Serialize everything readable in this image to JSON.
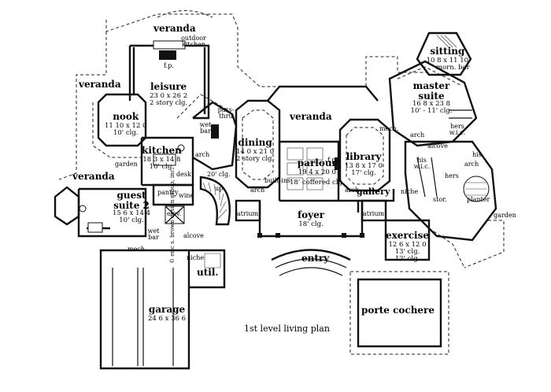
{
  "plan_title": "1st level living plan",
  "copyright": "© eric s. brown design group, inc.",
  "rooms": {
    "veranda_top": {
      "name": "veranda"
    },
    "outdoor_kitchen": {
      "name": "outdoor kitchen"
    },
    "fp_top": {
      "name": "f.p."
    },
    "veranda_left": {
      "name": "veranda"
    },
    "leisure": {
      "name": "leisure",
      "dims": "23 0 x 26 2",
      "ceiling": "2 story clg."
    },
    "nook": {
      "name": "nook",
      "dims": "11 10 x 12 0",
      "ceiling": "10' clg."
    },
    "pass_thru": {
      "name": "pass-thru"
    },
    "wet_bar_upper": {
      "name": "wet bar"
    },
    "kitchen": {
      "name": "kitchen",
      "dims": "18 3 x 14 8",
      "ceiling": "10' clg."
    },
    "garden_left": {
      "name": "garden"
    },
    "desk": {
      "name": "desk"
    },
    "veranda_lower_left": {
      "name": "veranda"
    },
    "arch_kitchen": {
      "name": "arch"
    },
    "dining": {
      "name": "dining",
      "dims": "14 0 x 21 0",
      "ceiling": "2 story clg."
    },
    "veranda_center": {
      "name": "veranda"
    },
    "parlour": {
      "name": "parlour",
      "dims": "19 4 x 20 0",
      "ceiling": "18' coffered clg."
    },
    "fp_parlour": {
      "name": "f.p."
    },
    "built_ins": {
      "name": "built-ins"
    },
    "arch_dining": {
      "name": "arch"
    },
    "clg_20": {
      "name": "20' clg."
    },
    "library": {
      "name": "library",
      "dims": "13 8 x 17 0",
      "ceiling": "17' clg."
    },
    "arch_library": {
      "name": "arch"
    },
    "sitting": {
      "name": "sitting",
      "dims": "10 8 x 11 10",
      "note": "morn. bar"
    },
    "master_suite": {
      "name": "master suite",
      "dims": "16 8 x 23 8",
      "ceiling": "10' - 11' clg."
    },
    "mech_upper": {
      "name": "mech."
    },
    "hers_wic": {
      "name": "hers w.i.c."
    },
    "alcove_master": {
      "name": "alcove"
    },
    "arch_master": {
      "name": "arch"
    },
    "his_wic": {
      "name": "his w.i.c."
    },
    "his": {
      "name": "his"
    },
    "hers": {
      "name": "hers"
    },
    "arch_bath": {
      "name": "arch"
    },
    "stor": {
      "name": "stor."
    },
    "planter": {
      "name": "planter"
    },
    "garden_right": {
      "name": "garden"
    },
    "gallery": {
      "name": "gallery"
    },
    "niche_gallery": {
      "name": "niche"
    },
    "guest_suite_2": {
      "name": "guest suite 2",
      "dims": "15 6 x 14 4",
      "ceiling": "10' clg."
    },
    "pantry": {
      "name": "pantry"
    },
    "wine": {
      "name": "wine"
    },
    "elev": {
      "name": "elev."
    },
    "up": {
      "name": "up"
    },
    "wet_bar_lower": {
      "name": "wet bar"
    },
    "atrium_left": {
      "name": "atrium"
    },
    "foyer": {
      "name": "foyer",
      "ceiling": "18' clg."
    },
    "atrium_right": {
      "name": "atrium"
    },
    "exercise": {
      "name": "exercise",
      "dims": "12 6 x 12 0",
      "ceiling": "13' clg.",
      "ceiling2": "12' clg."
    },
    "alcove_lower": {
      "name": "alcove"
    },
    "mech_lower": {
      "name": "mech."
    },
    "niche_lower": {
      "name": "niche"
    },
    "util": {
      "name": "util."
    },
    "entry": {
      "name": "entry"
    },
    "garage": {
      "name": "garage",
      "dims": "24 6 x 36 6"
    },
    "porte_cochere": {
      "name": "porte cochere"
    }
  }
}
